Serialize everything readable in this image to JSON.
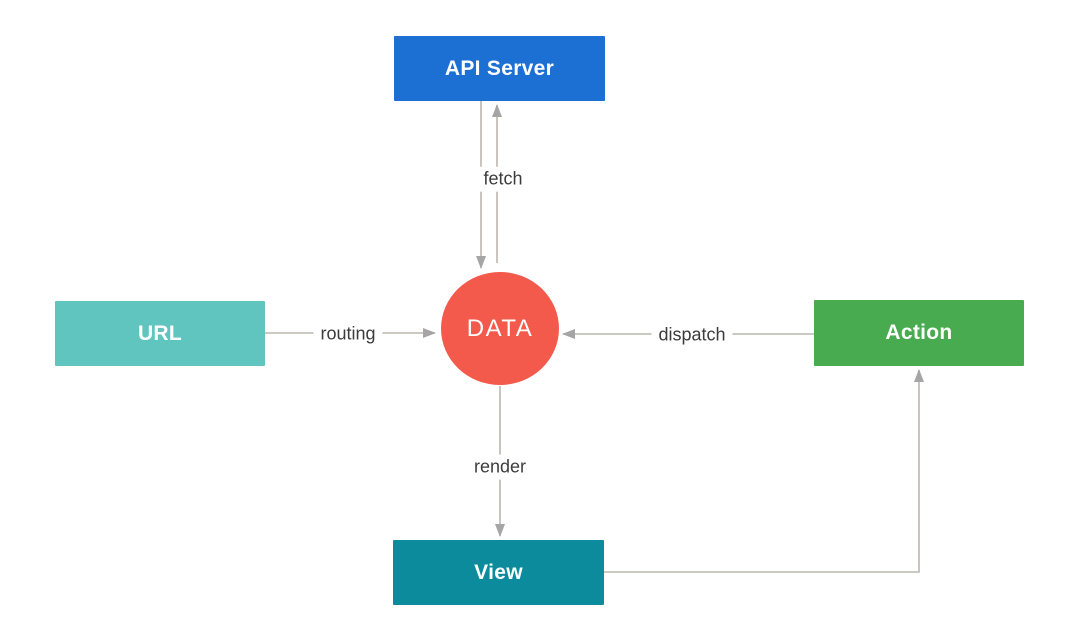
{
  "diagram": {
    "nodes": {
      "api_server": {
        "label": "API Server",
        "color": "#1d70d3",
        "shape": "rect"
      },
      "url": {
        "label": "URL",
        "color": "#60c5bf",
        "shape": "rect"
      },
      "action": {
        "label": "Action",
        "color": "#48ab4f",
        "shape": "rect"
      },
      "view": {
        "label": "View",
        "color": "#0b8b9b",
        "shape": "rect"
      },
      "data": {
        "label": "DATA",
        "color": "#f45a4c",
        "shape": "circle"
      }
    },
    "edges": {
      "fetch": {
        "label": "fetch",
        "from": "DATA",
        "to": "API Server",
        "bidirectional": true
      },
      "routing": {
        "label": "routing",
        "from": "URL",
        "to": "DATA"
      },
      "dispatch": {
        "label": "dispatch",
        "from": "Action",
        "to": "DATA"
      },
      "render": {
        "label": "render",
        "from": "DATA",
        "to": "View"
      },
      "view_to_action": {
        "label": "",
        "from": "View",
        "to": "Action"
      }
    },
    "colors": {
      "edge_line": "#bcb6ae",
      "arrowhead": "#a5a5a5",
      "edge_label_text": "#3c3c3c",
      "background": "#ffffff",
      "node_text": "#ffffff"
    }
  }
}
